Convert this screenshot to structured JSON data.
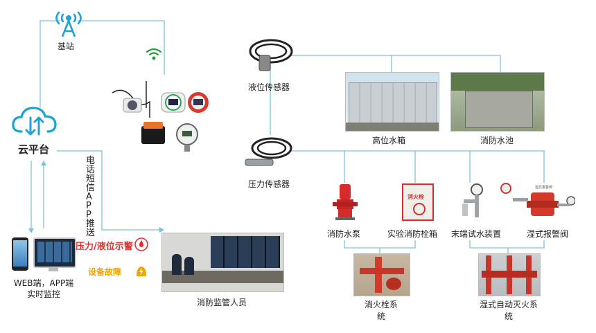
{
  "labels": {
    "base_station": "基站",
    "cloud": "云平台",
    "notify": "电话短信APP推送",
    "web_app_line1": "WEB端，APP端",
    "web_app_line2": "实时监控",
    "alarm_pressure": "压力/液位示警",
    "alarm_fault": "设备故障",
    "staff": "消防监管人员",
    "level_sensor": "液位传感器",
    "pressure_sensor": "压力传感器",
    "high_tank": "高位水箱",
    "pool": "消防水池",
    "pump": "消防水泵",
    "hydrant_box": "实验消防栓箱",
    "end_test": "末端试水装置",
    "wet_valve": "湿式报警阀",
    "hydrant_system_l1": "消火栓系",
    "hydrant_system_l2": "统",
    "wet_system_l1": "湿式自动灭火系",
    "wet_system_l2": "统",
    "hydrant_sign": "消火栓"
  },
  "colors": {
    "line": "#6db9d9",
    "cloud": "#1ea0d8",
    "alarm_red": "#e52f2f",
    "alarm_yellow": "#f2a300"
  },
  "icons": [
    "tower-icon",
    "cloud-icon",
    "wifi-icon",
    "alarm-icon",
    "lightning-icon"
  ]
}
